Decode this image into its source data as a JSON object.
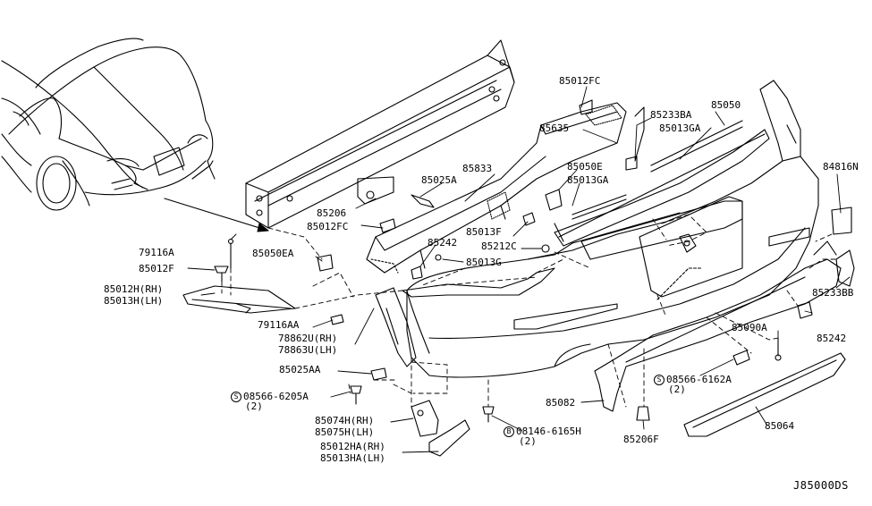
{
  "labels": {
    "p85012fc_top": "85012FC",
    "p85635": "85635",
    "p85233ba": "85233BA",
    "p85050": "85050",
    "p85013ga_top": "85013GA",
    "p84816n": "84816N",
    "p85833": "85833",
    "p85050e": "85050E",
    "p85013ga": "85013GA",
    "p85025a": "85025A",
    "p85206": "85206",
    "p85012fc": "85012FC",
    "p85013f": "85013F",
    "p85242_top": "85242",
    "p85212c": "85212C",
    "p79116a": "79116A",
    "p85050ea": "85050EA",
    "p85013g": "85013G",
    "p85012f": "85012F",
    "p85012h": "85012H(RH)",
    "p85013h": "85013H(LH)",
    "p79116aa": "79116AA",
    "p78862u": "78862U(RH)",
    "p78863u": "78863U(LH)",
    "p85233bb": "85233BB",
    "p85090a": "85090A",
    "p85242_right": "85242",
    "p85025aa": "85025AA",
    "p08566_6205a": "08566-6205A",
    "p08566_6205a_qty": "(2)",
    "p08566_6162a": "08566-6162A",
    "p08566_6162a_qty": "(2)",
    "p85074h": "85074H(RH)",
    "p85075h": "85075H(LH)",
    "p85082": "85082",
    "p08146_6165h": "08146-6165H",
    "p08146_6165h_qty": "(2)",
    "p85206f": "85206F",
    "p85064": "85064",
    "p85012ha": "85012HA(RH)",
    "p85013ha": "85013HA(LH)",
    "sym_s": "S",
    "sym_b": "B",
    "diagram_code": "J85000DS"
  }
}
